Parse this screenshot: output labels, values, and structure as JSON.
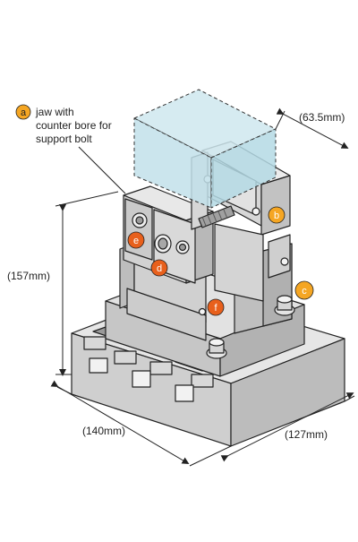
{
  "callouts": {
    "a": {
      "letter": "a",
      "lines": [
        "jaw with",
        "counter bore for",
        "support bolt"
      ]
    },
    "b": {
      "letter": "b"
    },
    "c": {
      "letter": "c"
    },
    "d": {
      "letter": "d"
    },
    "e": {
      "letter": "e"
    },
    "f": {
      "letter": "f"
    }
  },
  "dimensions": {
    "height": "(157mm)",
    "width": "(140mm)",
    "depth": "(127mm)",
    "workpiece": "(63.5mm)"
  },
  "colors": {
    "badge_light": "#f5a623",
    "badge_dark": "#e8601c",
    "part_fill": "#d9d9d9",
    "part_dark": "#bdbdbd",
    "workpiece_fill": "#c9e6ee",
    "outline": "#222222"
  }
}
